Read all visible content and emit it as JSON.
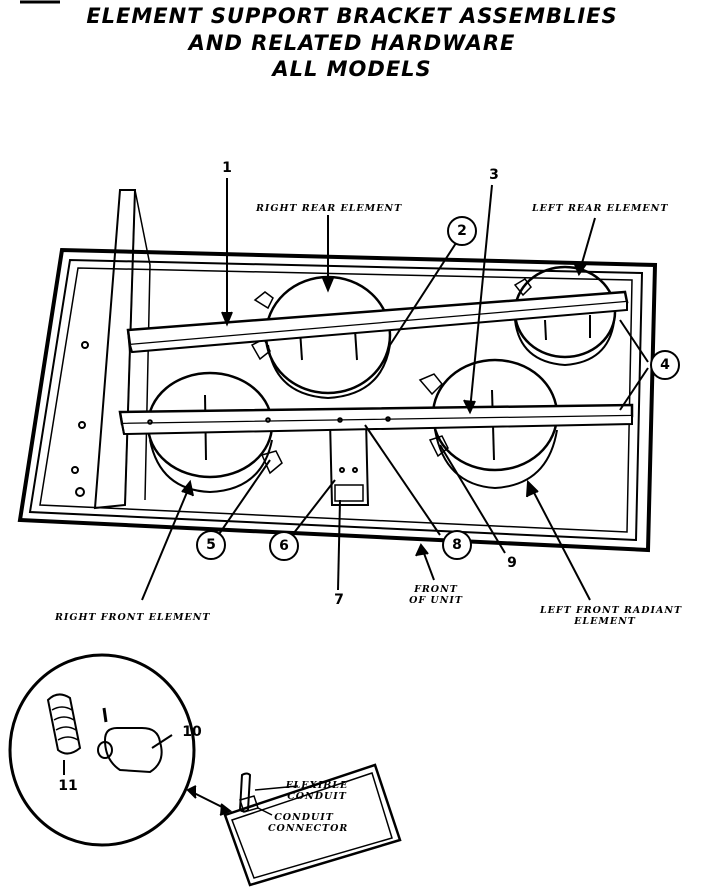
{
  "title": {
    "line1": "ELEMENT SUPPORT BRACKET ASSEMBLIES",
    "line2": "AND RELATED HARDWARE",
    "line3": "ALL MODELS"
  },
  "labels": {
    "right_rear": "RIGHT REAR ELEMENT",
    "left_rear": "LEFT REAR ELEMENT",
    "right_front": "RIGHT FRONT ELEMENT",
    "left_front_1": "LEFT FRONT RADIANT",
    "left_front_2": "ELEMENT",
    "front_1": "FRONT",
    "front_2": "OF UNIT",
    "flexible_1": "FLEXIBLE",
    "flexible_2": "CONDUIT",
    "connector_1": "CONDUIT",
    "connector_2": "CONNECTOR"
  },
  "callouts": {
    "c1": "1",
    "c2": "2",
    "c3": "3",
    "c4": "4",
    "c5": "5",
    "c6": "6",
    "c7": "7",
    "c8": "8",
    "c9": "9",
    "c10": "10",
    "c11": "11"
  }
}
